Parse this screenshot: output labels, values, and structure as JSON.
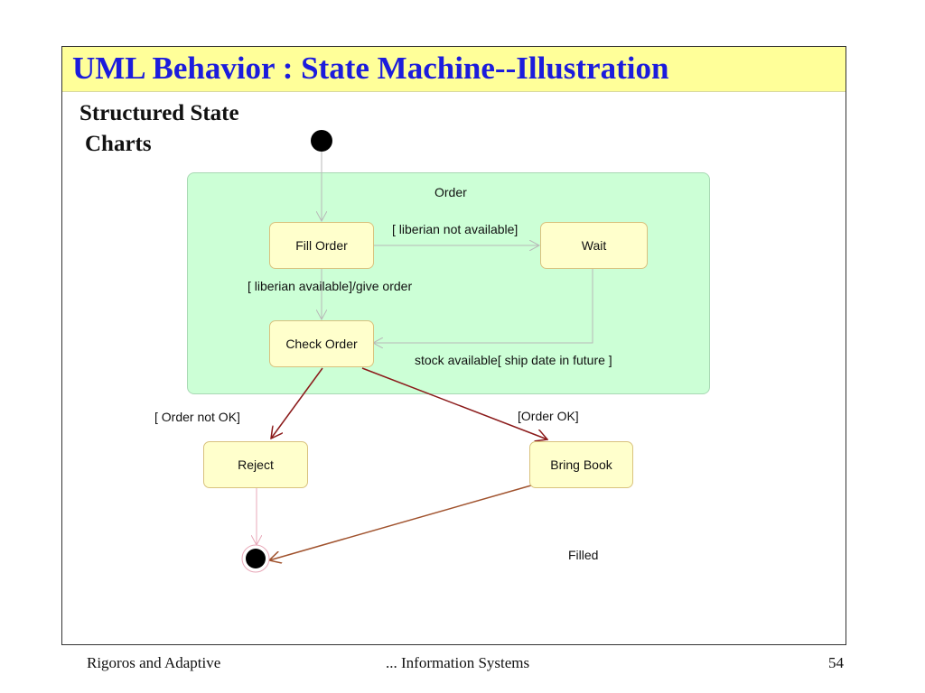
{
  "slide": {
    "title": "UML Behavior : State Machine--Illustration",
    "subtitle_line1": "Structured State",
    "subtitle_line2": "Charts"
  },
  "diagram": {
    "region_label": "Order",
    "states": {
      "fill_order": "Fill Order",
      "wait": "Wait",
      "check_order": "Check Order",
      "reject": "Reject",
      "bring_book": "Bring Book"
    },
    "transitions": {
      "fill_to_wait": "[ liberian not available]",
      "fill_to_check": "[ liberian available]/give order",
      "wait_to_check": "stock available[ ship date in future ]",
      "check_to_reject": "[ Order not OK]",
      "check_to_bring": "[Order OK]",
      "bring_to_final": "Filled"
    },
    "colors": {
      "region_fill": "#ccffd6",
      "state_fill": "#ffffcc",
      "inner_arrow": "#b8b8b8",
      "outer_arrow": "#8b1a1a"
    }
  },
  "footer": {
    "left": "Rigoros and Adaptive",
    "center": "... Information Systems",
    "page": "54"
  }
}
